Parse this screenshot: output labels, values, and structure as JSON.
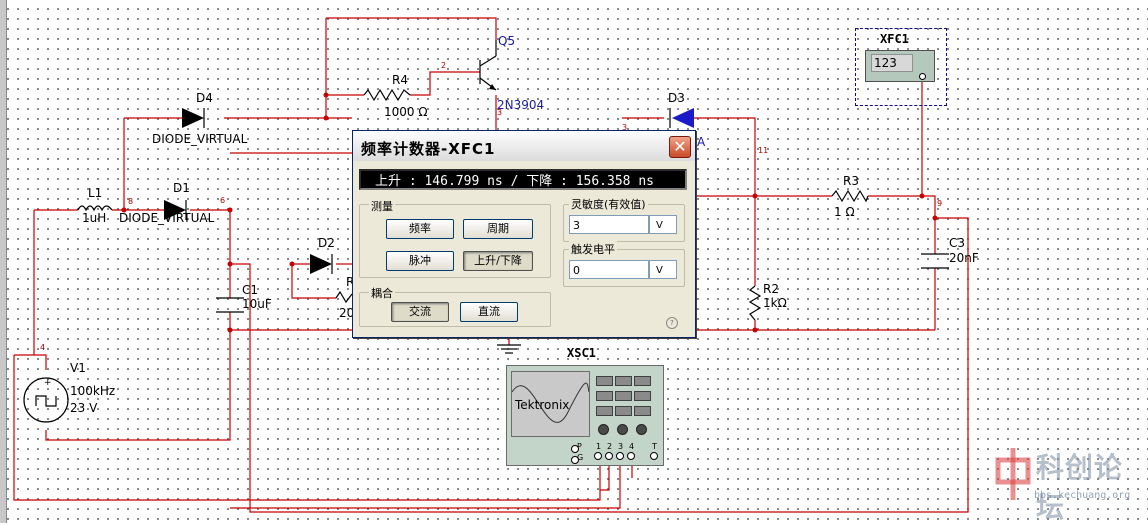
{
  "schematic": {
    "components": {
      "q5": {
        "ref": "Q5",
        "model": "2N3904"
      },
      "r4": {
        "ref": "R4",
        "value": "1000 Ω"
      },
      "d4": {
        "ref": "D4",
        "model": "DIODE_VIRTUAL"
      },
      "d1": {
        "ref": "D1",
        "model": "DIODE_VIRTUAL"
      },
      "d2": {
        "ref": "D2"
      },
      "d3": {
        "ref": "D3",
        "model_fragment": "A"
      },
      "l1": {
        "ref": "L1",
        "value": "1uH"
      },
      "c1": {
        "ref": "C1",
        "value": "10uF"
      },
      "v1": {
        "ref": "V1",
        "freq": "100kHz",
        "amp": "23 V"
      },
      "r3": {
        "ref": "R3",
        "value": "1 Ω"
      },
      "r2": {
        "ref": "R2",
        "value": "1kΩ"
      },
      "c3": {
        "ref": "C3",
        "value": "20nF"
      },
      "hidden_r": {
        "ref_fragment": "R",
        "value_fragment": "20"
      }
    },
    "node_numbers": [
      "2",
      "3",
      "8",
      "6",
      "3",
      "11",
      "9",
      "4"
    ],
    "colors": {
      "wire": "#c80000",
      "component": "#000000",
      "label_blue": "#1a1aa0"
    }
  },
  "xfc1": {
    "title": "XFC1",
    "display": "123"
  },
  "xsc1": {
    "title": "XSC1",
    "brand": "Tektronix",
    "pin_labels": [
      "P",
      "G",
      "1",
      "2",
      "3",
      "4",
      "T"
    ]
  },
  "dialog": {
    "title": "频率计数器-XFC1",
    "reading": "上升 : 146.799 ns / 下降 : 156.358 ns",
    "measure": {
      "label": "测量",
      "buttons": [
        "频率",
        "周期",
        "脉冲",
        "上升/下降"
      ],
      "active": "上升/下降"
    },
    "coupling": {
      "label": "耦合",
      "buttons": [
        "交流",
        "直流"
      ],
      "active": "交流"
    },
    "sensitivity": {
      "label": "灵敏度(有效值)",
      "value": "3",
      "unit": "V"
    },
    "trigger": {
      "label": "触发电平",
      "value": "0",
      "unit": "V"
    },
    "close_glyph": "✕",
    "help_glyph": "?"
  },
  "watermark": {
    "text": "科创论坛",
    "url": "bbs.kechuang.org"
  }
}
